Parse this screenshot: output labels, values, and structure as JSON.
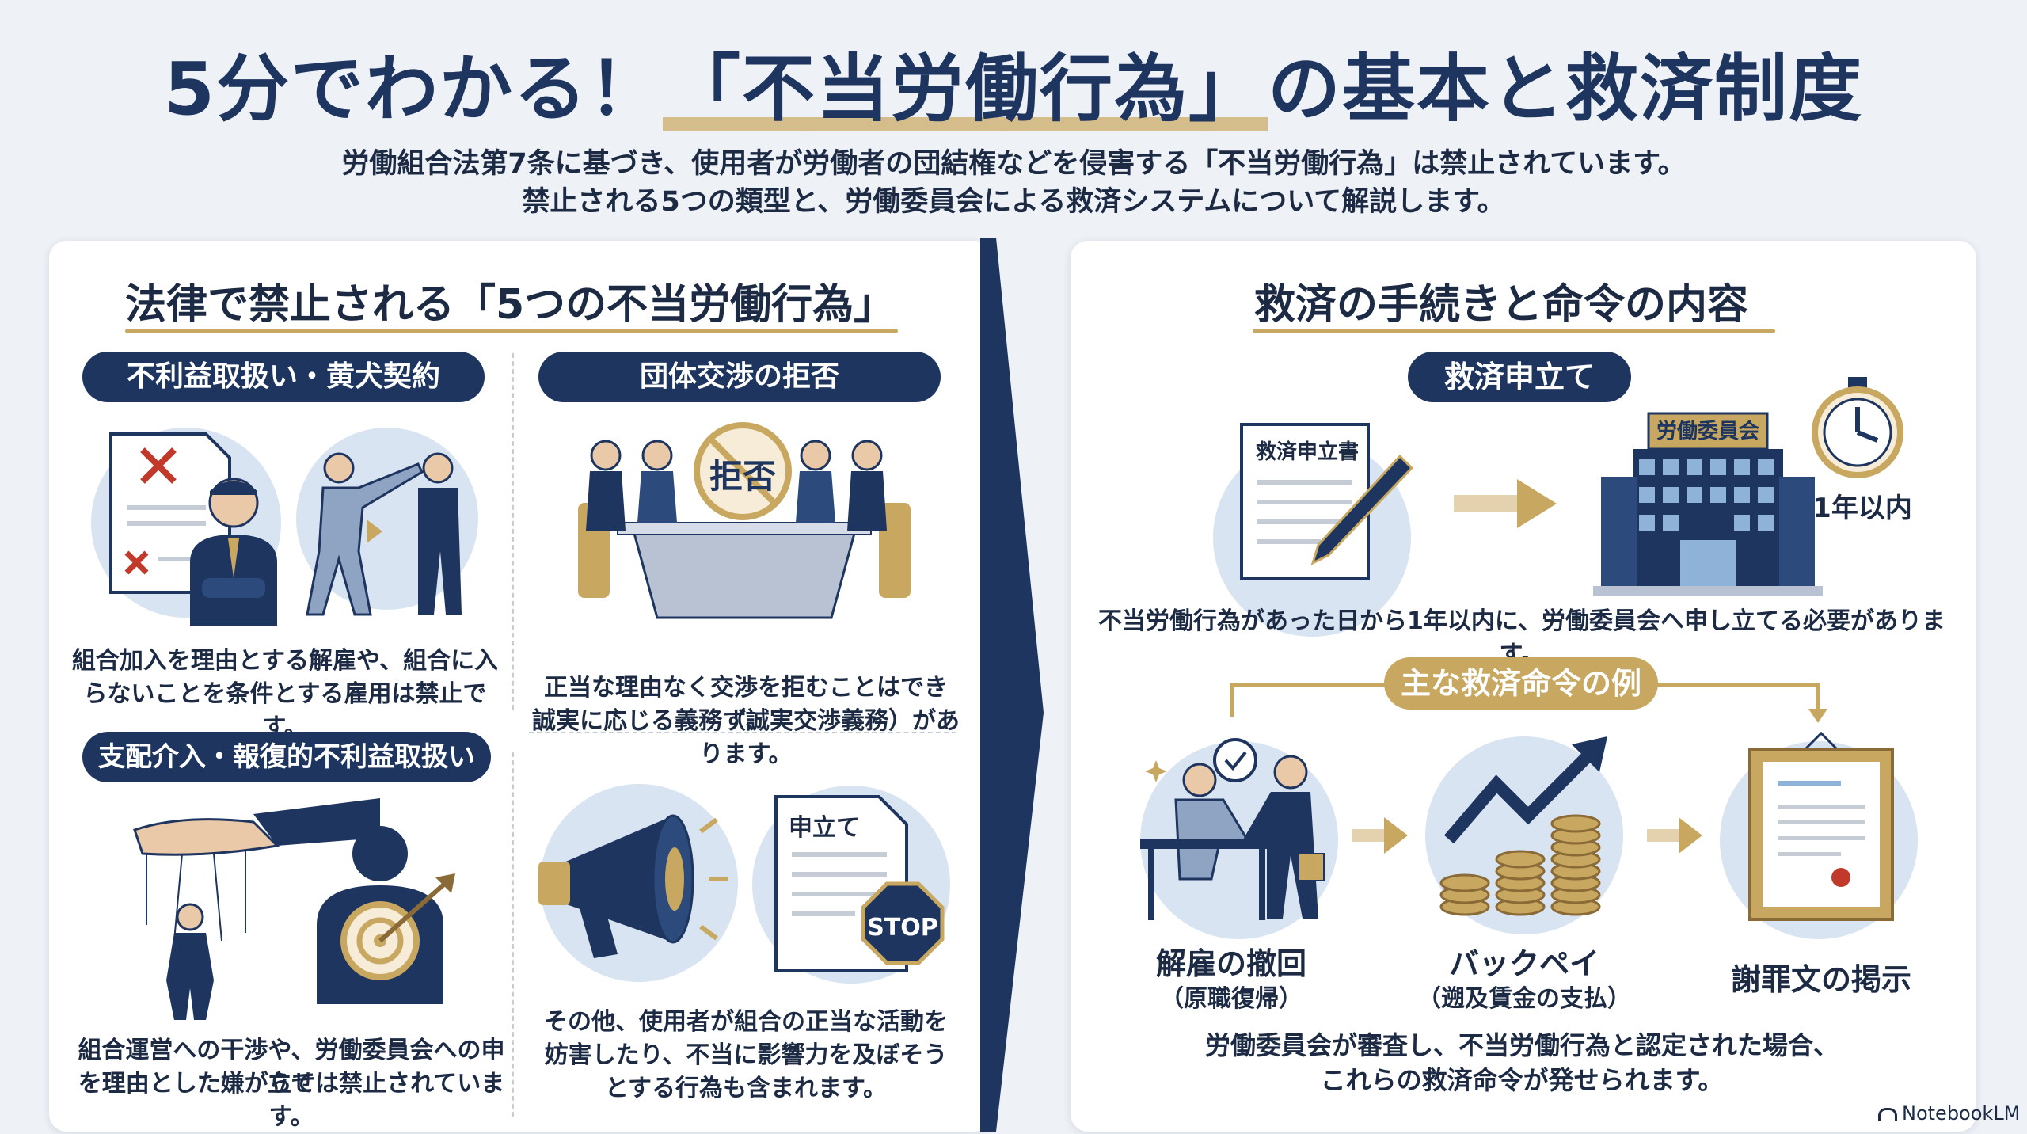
{
  "header": {
    "title_pre": "5分でわかる！",
    "title_highlight": "「不当労働行為」",
    "title_post": "の基本と救済制度",
    "subtitle_line1": "労働組合法第7条に基づき、使用者が労働者の団結権などを侵害する「不当労働行為」は禁止されています。",
    "subtitle_line2": "禁止される5つの類型と、労働委員会による救済システムについて解説します。"
  },
  "left": {
    "title": "法律で禁止される「5つの不当労働行為」",
    "cards": [
      {
        "label": "不利益取扱い・黄犬契約",
        "desc1": "組合加入を理由とする解雇や、組合に入",
        "desc2": "らないことを条件とする雇用は禁止です。"
      },
      {
        "label": "団体交渉の拒否",
        "stamp": "拒否",
        "desc1": "正当な理由なく交渉を拒むことはできず、",
        "desc2": "誠実に応じる義務（誠実交渉義務）があります。"
      },
      {
        "label": "支配介入・報復的不利益取扱い",
        "desc1": "組合運営への干渉や、労働委員会への申立て",
        "desc2": "を理由とした嫌がらせは禁止されています。"
      },
      {
        "doc_label": "申立て",
        "stop_label": "STOP",
        "desc1": "その他、使用者が組合の正当な活動を",
        "desc2": "妨害したり、不当に影響力を及ぼそう",
        "desc3": "とする行為も含まれます。"
      }
    ]
  },
  "right": {
    "title": "救済の手続きと命令の内容",
    "step_label": "救済申立て",
    "doc_label": "救済申立書",
    "building_label": "労働委員会",
    "deadline": "1年以内",
    "step_desc": "不当労働行為があった日から1年以内に、労働委員会へ申し立てる必要があります。",
    "orders_label": "主な救済命令の例",
    "orders": [
      {
        "name": "解雇の撤回",
        "detail": "（原職復帰）"
      },
      {
        "name": "バックペイ",
        "detail": "（遡及賃金の支払）"
      },
      {
        "name": "謝罪文の掲示",
        "detail": ""
      }
    ],
    "footer1": "労働委員会が審査し、不当労働行為と認定された場合、",
    "footer2": "これらの救済命令が発せられます。"
  },
  "brand": "NotebookLM",
  "colors": {
    "navy": "#1e3560",
    "gold": "#c8a860",
    "light_blue": "#d9e4f2",
    "red": "#c0392b"
  }
}
